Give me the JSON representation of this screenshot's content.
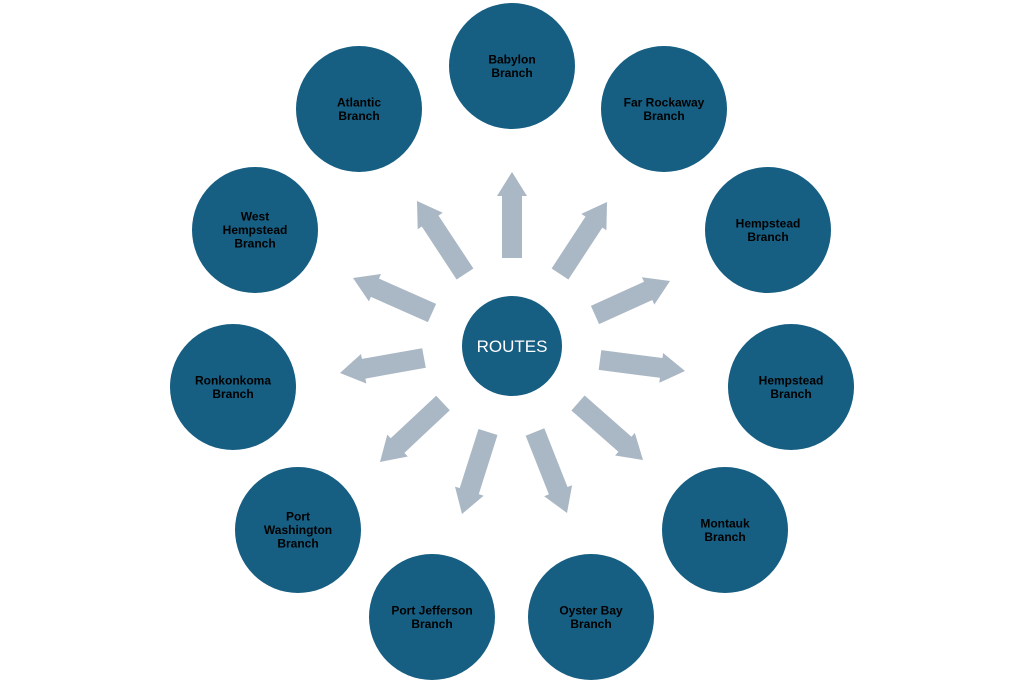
{
  "colors": {
    "node_fill": "#165E82",
    "arrow_fill": "#AAB7C4",
    "label_text": "#000000",
    "center_text": "#ffffff"
  },
  "center": {
    "label": "ROUTES"
  },
  "branches": [
    {
      "id": "babylon",
      "lines": [
        "Babylon",
        "Branch"
      ]
    },
    {
      "id": "far-rockaway",
      "lines": [
        "Far Rockaway",
        "Branch"
      ]
    },
    {
      "id": "hempstead-1",
      "lines": [
        "Hempstead",
        "Branch"
      ]
    },
    {
      "id": "hempstead-2",
      "lines": [
        "Hempstead",
        "Branch"
      ]
    },
    {
      "id": "montauk",
      "lines": [
        "Montauk",
        "Branch"
      ]
    },
    {
      "id": "oyster-bay",
      "lines": [
        "Oyster Bay",
        "Branch"
      ]
    },
    {
      "id": "port-jefferson",
      "lines": [
        "Port Jefferson",
        "Branch"
      ]
    },
    {
      "id": "port-washington",
      "lines": [
        "Port",
        "Washington",
        "Branch"
      ]
    },
    {
      "id": "ronkonkoma",
      "lines": [
        "Ronkonkoma",
        "Branch"
      ]
    },
    {
      "id": "west-hempstead",
      "lines": [
        "West",
        "Hempstead",
        "Branch"
      ]
    },
    {
      "id": "atlantic",
      "lines": [
        "Atlantic",
        "Branch"
      ]
    }
  ]
}
